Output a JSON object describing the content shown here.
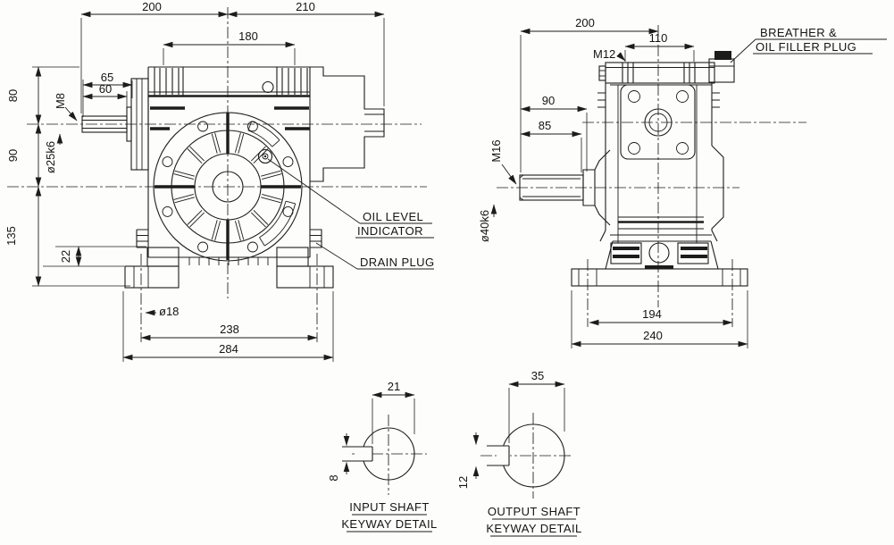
{
  "colors": {
    "line": "#1c1c1c",
    "background": "#fdfdfc"
  },
  "front_view": {
    "dim_top_left": "200",
    "dim_top_right": "210",
    "dim_flange_width": "180",
    "dim_shaft_outer": "65",
    "dim_shaft_inner": "60",
    "tap_input": "M8",
    "dim_height_top": "80",
    "dim_height_mid": "90",
    "dia_input_shaft": "ø25k6",
    "dim_height_base": "135",
    "dim_foot_height": "22",
    "dia_foot_hole": "ø18",
    "dim_bolt_span": "238",
    "dim_base_width": "284",
    "label_oil_level_1": "OIL LEVEL",
    "label_oil_level_2": "INDICATOR",
    "label_drain_plug": "DRAIN PLUG"
  },
  "side_view": {
    "dim_overall": "200",
    "dim_cap_span": "110",
    "tap_cap": "M12",
    "dim_shaft_outer": "90",
    "dim_shaft_inner": "85",
    "tap_output": "M16",
    "dia_output_shaft": "ø40k6",
    "dim_bolt_span": "194",
    "dim_base_width": "240",
    "label_breather_1": "BREATHER &",
    "label_breather_2": "OIL FILLER PLUG"
  },
  "input_keyway": {
    "dim_across": "21",
    "dim_key_width": "8",
    "caption_1": "INPUT SHAFT",
    "caption_2": "KEYWAY DETAIL"
  },
  "output_keyway": {
    "dim_across": "35",
    "dim_key_width": "12",
    "caption_1": "OUTPUT SHAFT",
    "caption_2": "KEYWAY DETAIL"
  }
}
